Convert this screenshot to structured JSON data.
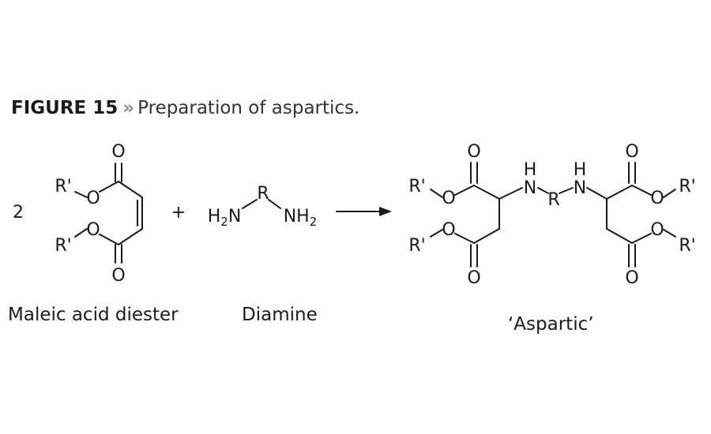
{
  "caption": {
    "label": "FIGURE 15",
    "separator": "»",
    "text": "Preparation of aspartics."
  },
  "reaction": {
    "coefficient": "2",
    "plus": "+",
    "atoms": {
      "O": "O",
      "R_prime": "R'",
      "R": "R",
      "H": "H",
      "N": "N",
      "H2": "H",
      "sub2": "2",
      "NH": "NH",
      "NH_sub": "2"
    },
    "reactant1_name": "Maleic acid diester",
    "reactant2_name": "Diamine",
    "product_name": "‘Aspartic’"
  }
}
